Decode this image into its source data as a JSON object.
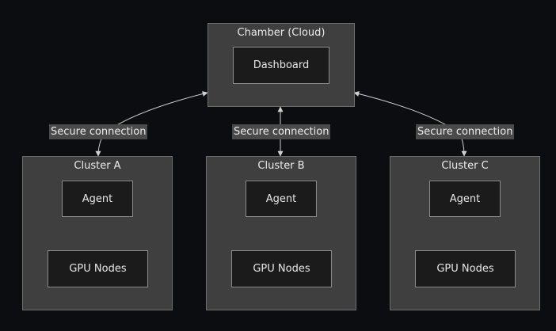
{
  "diagram": {
    "cloud": {
      "title": "Chamber (Cloud)",
      "dashboard": "Dashboard"
    },
    "clusters": [
      {
        "title": "Cluster A",
        "agent": "Agent",
        "gpu": "GPU Nodes"
      },
      {
        "title": "Cluster B",
        "agent": "Agent",
        "gpu": "GPU Nodes"
      },
      {
        "title": "Cluster C",
        "agent": "Agent",
        "gpu": "GPU Nodes"
      }
    ],
    "edges": [
      {
        "label": "Secure connection",
        "from": "Cluster A",
        "to": "Chamber (Cloud)"
      },
      {
        "label": "Secure connection",
        "from": "Cluster B",
        "to": "Chamber (Cloud)"
      },
      {
        "label": "Secure connection",
        "from": "Cluster C",
        "to": "Chamber (Cloud)"
      }
    ]
  },
  "colors": {
    "background": "#0c0d10",
    "node_fill": "#3f3f3f",
    "inner_fill": "#1b1b1b",
    "edge": "#d0d0d0"
  }
}
